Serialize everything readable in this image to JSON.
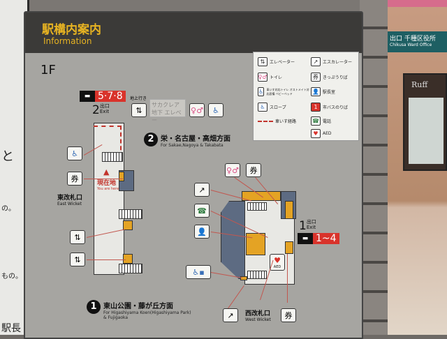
{
  "paper": {
    "lines": [
      "と",
      "の。",
      "もの。",
      "駅長"
    ]
  },
  "background": {
    "sign_jp": "出口 千種区役所",
    "sign_en": "Chikusa Ward Office",
    "shop": "Ruff"
  },
  "header": {
    "title_jp": "駅構内案内",
    "title_en": "Information"
  },
  "floor": "1F",
  "legend": [
    {
      "icon": "elevator-icon",
      "glyph": "⇅",
      "label": "エレベーター"
    },
    {
      "icon": "escalator-icon",
      "glyph": "↗",
      "label": "エスカレーター"
    },
    {
      "icon": "restroom-icon",
      "glyph": "♀♂",
      "label": "トイレ"
    },
    {
      "icon": "ticket-office-icon",
      "glyph": "券",
      "label": "きっぷうりば"
    },
    {
      "icon": "multipurpose-toilet-icon",
      "glyph": "♿",
      "label": "車いす対応トイレ オストメイト対応設備 ベビーベッド"
    },
    {
      "icon": "station-master-icon",
      "glyph": "👤",
      "label": "駅長室"
    },
    {
      "icon": "slope-icon",
      "glyph": "♿",
      "label": "スロープ"
    },
    {
      "icon": "bus-stop-icon",
      "glyph": "1",
      "label": "市バスのりば"
    },
    {
      "icon": "route-icon",
      "glyph": "",
      "label": "車いす経路"
    },
    {
      "icon": "phone-icon",
      "glyph": "☎",
      "label": "電話"
    },
    {
      "icon": "aed-icon",
      "glyph": "♥",
      "label": "AED"
    }
  ],
  "exit2": {
    "bus": "5·7·8",
    "number": "2",
    "exit_jp": "出口",
    "exit_en": "Exit",
    "elevator_label": "地上行き",
    "sticker": "サカクレア地下 エレベー"
  },
  "exit1": {
    "bus": "1~4",
    "number": "1",
    "exit_jp": "出口",
    "exit_en": "Exit"
  },
  "directions": [
    {
      "num": "2",
      "jp": "栄・名古屋・高畑方面",
      "en": "For Sakae,Nagoya & Takabata"
    },
    {
      "num": "1",
      "jp": "東山公園・藤が丘方面",
      "en": "For Higashiyama Koen(Higashiyama Park)",
      "en2": "& Fujigaoka"
    }
  ],
  "you_are_here": {
    "jp": "現在地",
    "en": "You are here"
  },
  "east_wicket": {
    "jp": "東改札口",
    "en": "East Wicket"
  },
  "west_wicket": {
    "jp": "西改札口",
    "en": "West Wicket"
  },
  "aed": "AED"
}
